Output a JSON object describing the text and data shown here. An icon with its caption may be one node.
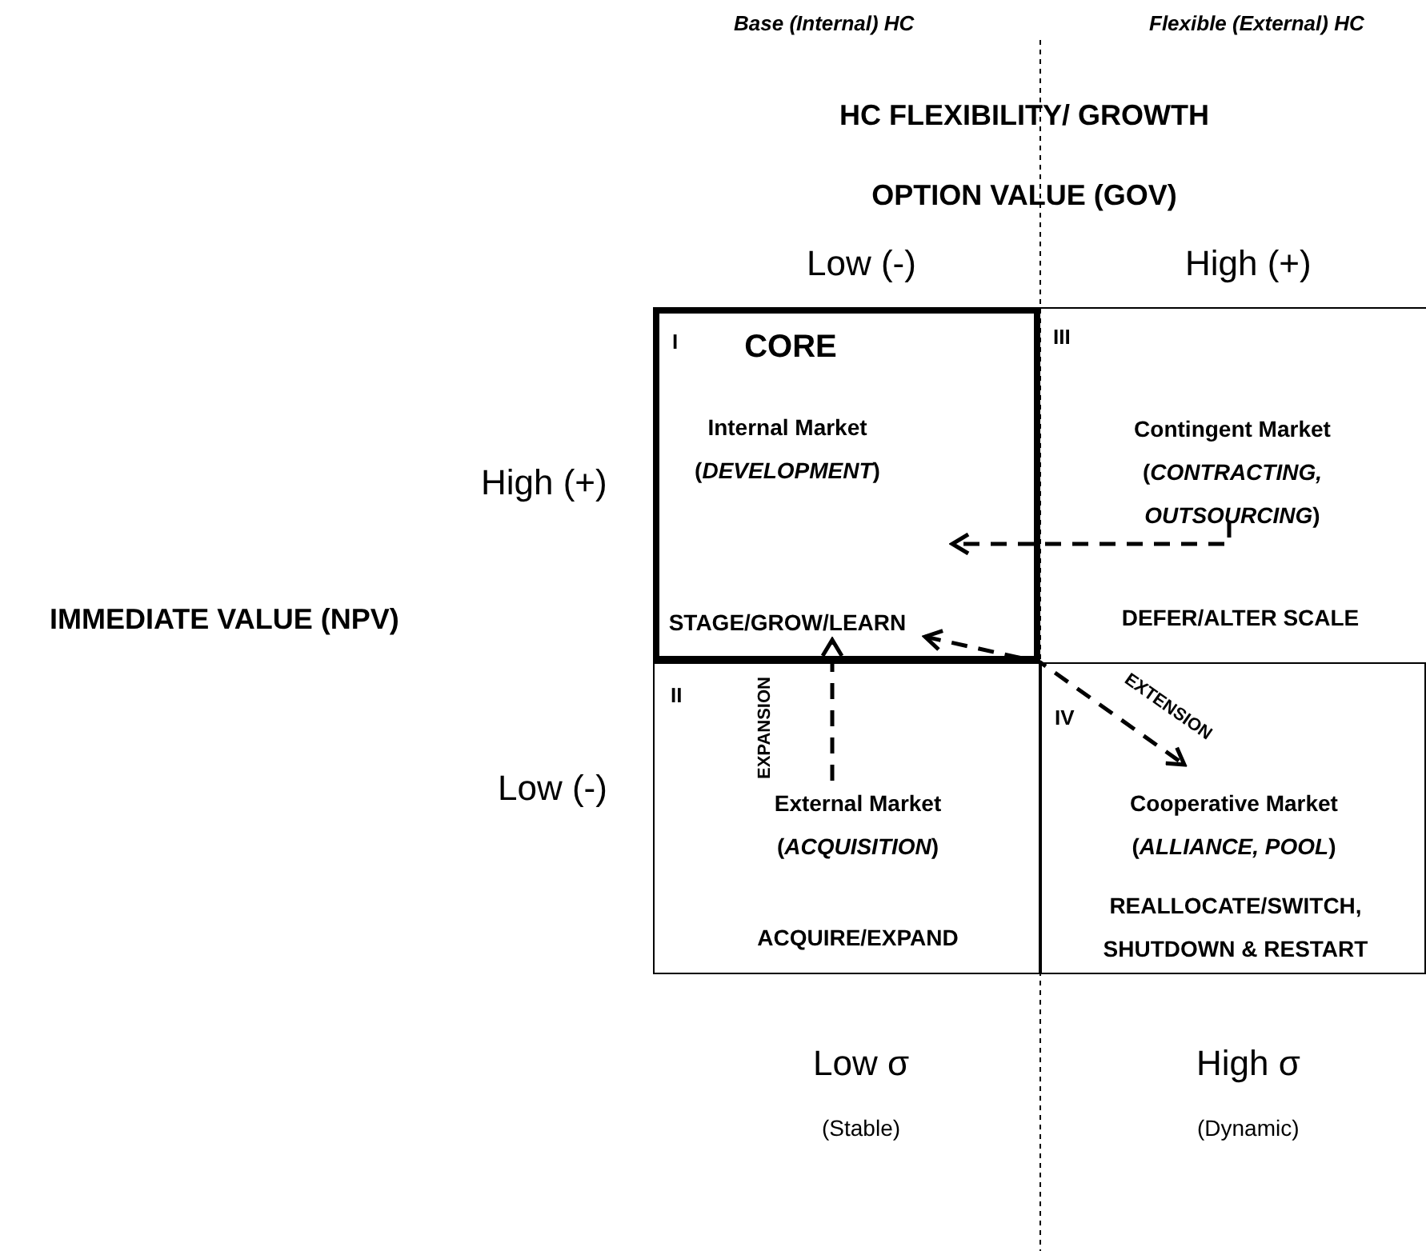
{
  "diagram": {
    "nodes": [
      {
        "text": [
          "I",
          "CORE",
          "Internal Market (*DEVELOPMENT*)",
          "STAGE/GROW/LEARN"
        ]
      },
      {
        "text": [
          "III",
          "Contingent Market (*CONTRACTING, OUTSOURCING*)",
          "DEFER/ALTER SCALE"
        ]
      },
      {
        "text": [
          "II",
          "External Market (*ACQUISITION*)",
          "ACQUIRE/EXPAND"
        ]
      },
      {
        "text": [
          "IV",
          "Cooperative Market (*ALLIANCE, POOL*)",
          "REALLOCATE/SWITCH, SHUTDOWN & RESTART"
        ]
      }
    ],
    "edges": [
      {
        "from": 1,
        "to": 0,
        "arrow": "to",
        "style": "dashed"
      },
      {
        "from": 2,
        "to": 0,
        "arrow": "to",
        "label": "EXPANSION",
        "style": "dashed"
      },
      {
        "from": 0,
        "to": 3,
        "arrow": "both",
        "label": "EXTENSION",
        "style": "dashed"
      }
    ],
    "labels": [
      "Base (Internal) HC",
      "Flexible (External) HC",
      "HC FLEXIBILITY/ GROWTH OPTION VALUE (GOV)",
      "Low (-)",
      "High (+)",
      "High (+)",
      "IMMEDIATE VALUE (NPV)",
      "Low (-)",
      "Low σ",
      "(Stable)",
      "High σ",
      "(Dynamic)"
    ]
  }
}
